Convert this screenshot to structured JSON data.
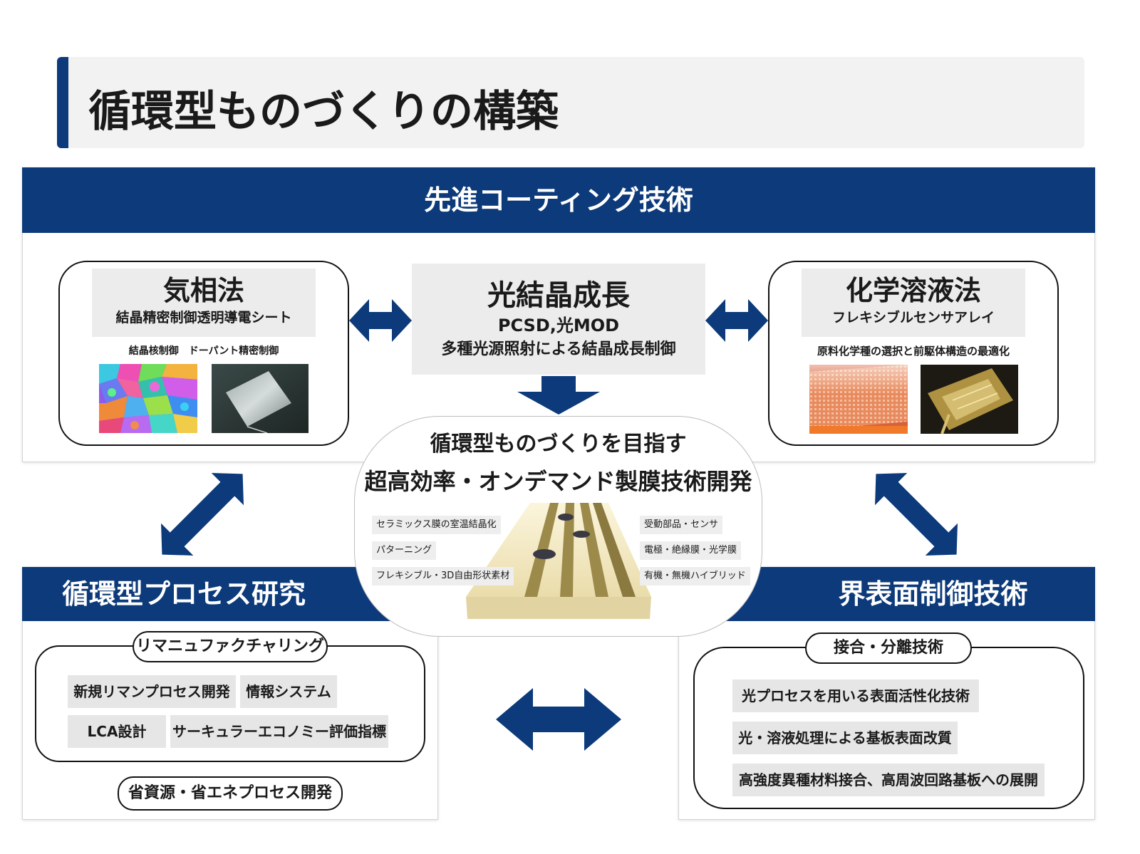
{
  "page_title": "循環型ものづくりの構築",
  "coating_panel": {
    "header": "先進コーティング技術",
    "left_box": {
      "title": "気相法",
      "subtitle": "結晶精密制御透明導電シート",
      "caption": "結晶核制御　ドーパント精密制御"
    },
    "center_box": {
      "title": "光結晶成長",
      "line1": "PCSD,光MOD",
      "line2": "多種光源照射による結晶成長制御"
    },
    "right_box": {
      "title": "化学溶液法",
      "subtitle": "フレキシブルセンサアレイ",
      "caption": "原料化学種の選択と前駆体構造の最適化"
    }
  },
  "center_hub": {
    "line1": "循環型ものづくりを目指す",
    "line2": "超高効率・オンデマンド製膜技術開発",
    "left_tags": [
      "セラミックス膜の室温結晶化",
      "パターニング",
      "フレキシブル・3D自由形状素材"
    ],
    "right_tags": [
      "受動部品・センサ",
      "電極・絶縁膜・光学膜",
      "有機・無機ハイブリッド"
    ]
  },
  "process_panel": {
    "header": "循環型プロセス研究",
    "pill_top": "リマニュファクチャリング",
    "chips": [
      "新規リマンプロセス開発",
      "情報システム",
      "LCA設計",
      "サーキュラーエコノミー評価指標"
    ],
    "pill_bottom": "省資源・省エネプロセス開発"
  },
  "interface_panel": {
    "header": "界表面制御技術",
    "pill_top": "接合・分離技術",
    "chips": [
      "光プロセスを用いる表面活性化技術",
      "光・溶液処理による基板表面改質",
      "高強度異種材料接合、高周波回路基板への展開"
    ]
  },
  "colors": {
    "navy": "#0c3a7a",
    "label_gray": "#ececec",
    "banner_gray": "#f2f2f2"
  },
  "icons": [
    "double-arrow-horizontal",
    "arrow-down",
    "double-arrow-diagonal"
  ]
}
